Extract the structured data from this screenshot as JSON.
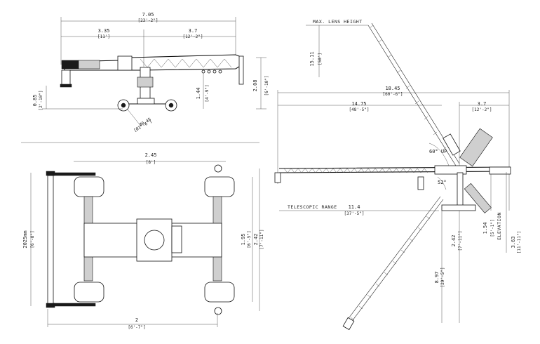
{
  "side_view": {
    "overall_length": "7.05",
    "overall_length_imperial": "[23'-2\"]",
    "rear_length": "3.35",
    "rear_length_imperial": "[11']",
    "front_length": "3.7",
    "front_length_imperial": "[12'-2\"]",
    "height": "2.08",
    "height_imperial": "[6'-10\"]",
    "pivot_height": "1.44",
    "pivot_height_imperial": "[4'-9\"]",
    "low_height": "0.85",
    "low_height_imperial": "[2'-10\"]",
    "wheel_dia": "Ø0.45",
    "wheel_dia_imperial": "[Ø1'-6\"]"
  },
  "top_view": {
    "track_width": "2.45",
    "track_width_imperial": "[8']",
    "base_length": "2",
    "base_length_imperial": "[6'-7\"]",
    "width_mm": "2025mm",
    "width_mm_imperial": "[6'-8\"]",
    "inner_width": "1.95",
    "inner_width_imperial": "[6'-5\"]",
    "outer_width": "2.42",
    "outer_width_imperial": "[7'-11\"]"
  },
  "reach_view": {
    "max_lens_label": "MAX. LENS HEIGHT",
    "max_lens_height": "15.11",
    "max_lens_height_imperial": "[50']",
    "total_reach": "18.45",
    "total_reach_imperial": "[60'-6\"]",
    "front_reach": "14.75",
    "front_reach_imperial": "[48'-5\"]",
    "rear_reach": "3.7",
    "rear_reach_imperial": "[12'-2\"]",
    "up_angle": "60° UP",
    "down_angle": "52°",
    "telescopic_label": "TELESCOPIC RANGE",
    "telescopic_range": "11.4",
    "telescopic_range_imperial": "[37'-5\"]",
    "column_height": "1.54",
    "column_height_imperial": "[5'-1\"]",
    "column_height2": "2.42",
    "column_height2_imperial": "[7'-11\"]",
    "elevation_label": "ELEVATION",
    "elevation": "3.63",
    "elevation_imperial": "[11'-11\"]",
    "low_reach": "8.97",
    "low_reach_imperial": "[29'-5\"]"
  }
}
